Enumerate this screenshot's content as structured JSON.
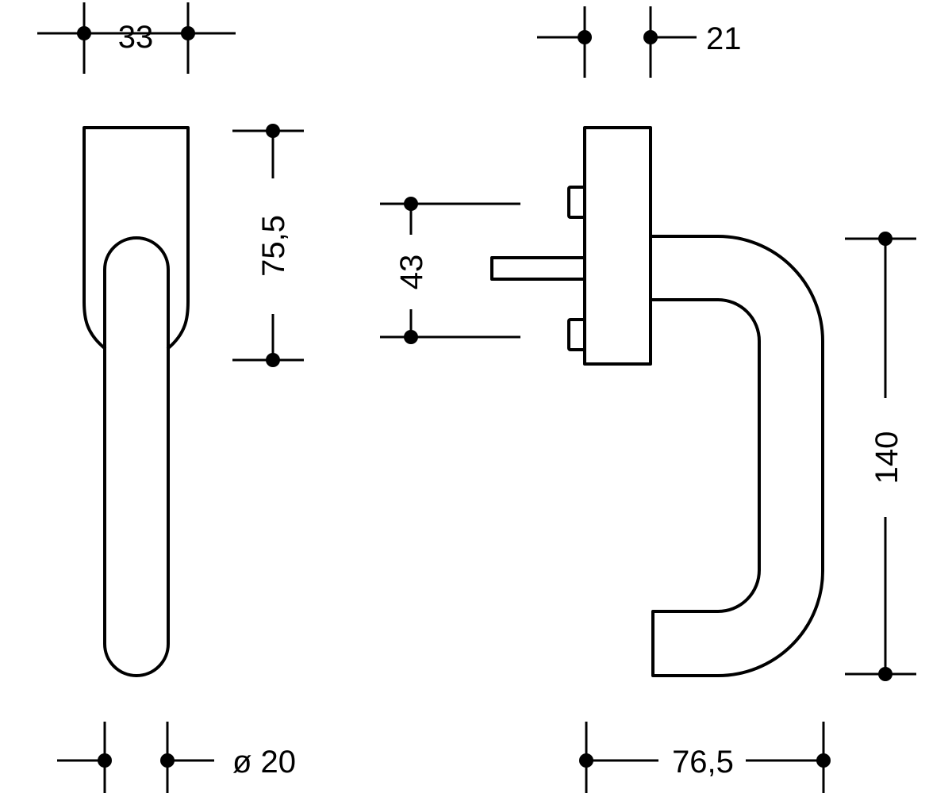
{
  "dimensions": {
    "top_left_width": "33",
    "top_right_depth": "21",
    "rose_height": "75,5",
    "spindle_offset": "43",
    "handle_height": "140",
    "grip_diameter": "ø 20",
    "handle_projection": "76,5"
  },
  "colors": {
    "line": "#000000",
    "background": "#ffffff"
  }
}
